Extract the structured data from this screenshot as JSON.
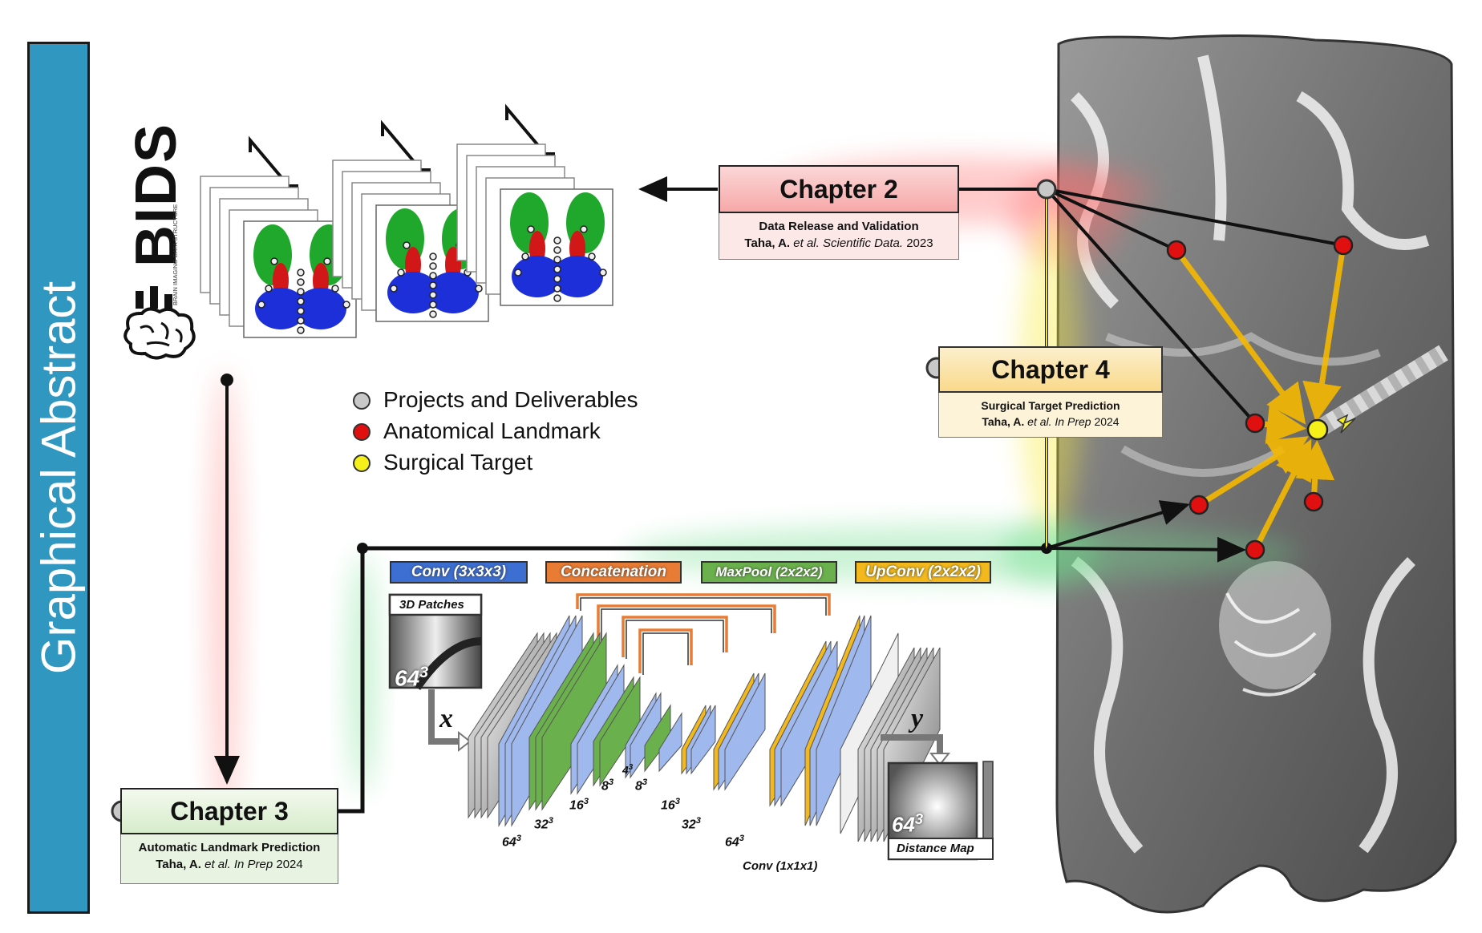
{
  "side_banner": {
    "title": "Graphical Abstract",
    "color": "#2f97c0"
  },
  "bids": {
    "logo_text": "BIDS",
    "logo_subtitle": "BRAIN IMAGING DATA STRUCTURE"
  },
  "chapter2": {
    "title": "Chapter 2",
    "subtitle": "Data Release and Validation",
    "citation_author": "Taha, A.",
    "citation_etal": "et al.",
    "citation_venue": "Scientific Data.",
    "citation_year": "2023",
    "color": "#f7c4c4"
  },
  "chapter3": {
    "title": "Chapter 3",
    "subtitle": "Automatic Landmark Prediction",
    "citation_author": "Taha, A.",
    "citation_etal": "et al.",
    "citation_venue": "In Prep",
    "citation_year": "2024",
    "color": "#e4f1dc"
  },
  "chapter4": {
    "title": "Chapter 4",
    "subtitle": "Surgical Target Prediction",
    "citation_author": "Taha, A.",
    "citation_etal": "et al.",
    "citation_venue": "In Prep",
    "citation_year": "2024",
    "color": "#fbe6b5"
  },
  "legend": [
    {
      "label": "Projects and Deliverables",
      "color": "#c8c8c8"
    },
    {
      "label": "Anatomical Landmark",
      "color": "#e01010"
    },
    {
      "label": "Surgical Target",
      "color": "#f5f01a"
    }
  ],
  "network": {
    "tags": [
      {
        "label": "Conv (3x3x3)",
        "color": "#3c6fd1"
      },
      {
        "label": "Concatenation",
        "color": "#e97c34"
      },
      {
        "label": "MaxPool (2x2x2)",
        "color": "#6ab04c"
      },
      {
        "label": "UpConv (2x2x2)",
        "color": "#f3b91c"
      }
    ],
    "input_label": "3D Patches",
    "input_size": "64",
    "input_symbol": "x",
    "output_symbol": "y",
    "output_label": "Distance Map",
    "output_size": "64",
    "conv_final_label": "Conv (1x1x1)",
    "size_labels": [
      {
        "base": "64",
        "exp": "3"
      },
      {
        "base": "32",
        "exp": "3"
      },
      {
        "base": "16",
        "exp": "3"
      },
      {
        "base": "8",
        "exp": "3"
      },
      {
        "base": "4",
        "exp": "3"
      },
      {
        "base": "8",
        "exp": "3"
      },
      {
        "base": "16",
        "exp": "3"
      },
      {
        "base": "32",
        "exp": "3"
      },
      {
        "base": "64",
        "exp": "3"
      }
    ]
  }
}
